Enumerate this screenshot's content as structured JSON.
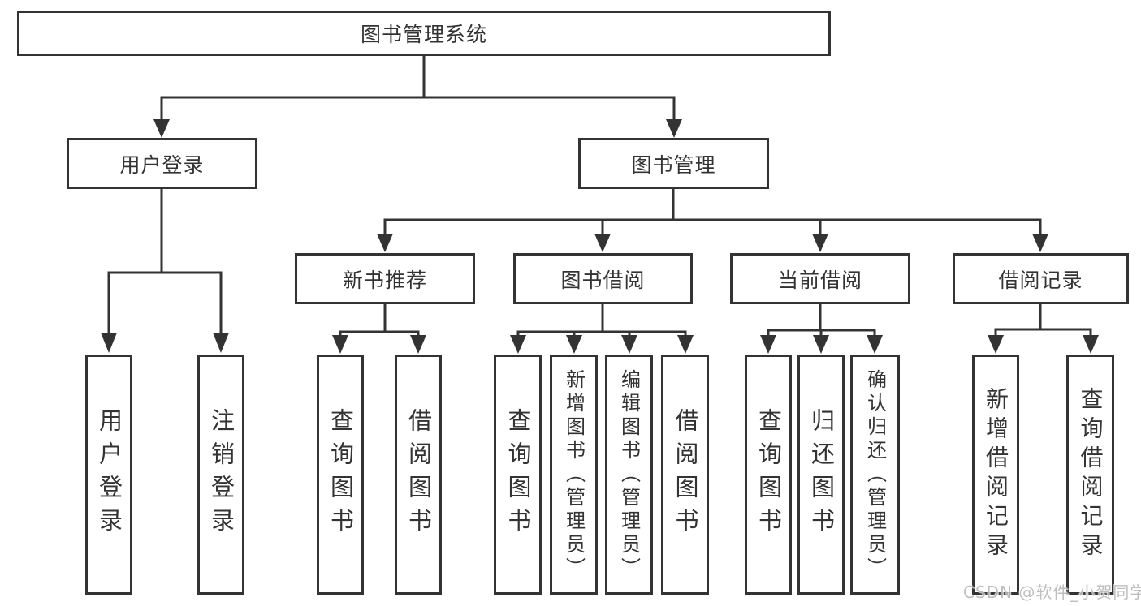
{
  "diagram": {
    "root": "图书管理系统",
    "level2": [
      "用户登录",
      "图书管理"
    ],
    "level3": [
      "新书推荐",
      "图书借阅",
      "当前借阅",
      "借阅记录"
    ],
    "leaves": {
      "login": [
        "用户登录",
        "注销登录"
      ],
      "recommend": [
        "查询图书",
        "借阅图书"
      ],
      "borrow": [
        "查询图书",
        "新增图书（管理员）",
        "编辑图书（管理员）",
        "借阅图书"
      ],
      "current": [
        "查询图书",
        "归还图书",
        "确认归还（管理员）"
      ],
      "records": [
        "新增借阅记录",
        "查询借阅记录"
      ]
    },
    "watermark": "CSDN @软件_小贺同学",
    "colors": {
      "line": "#333333",
      "text": "#333333",
      "watermark": "#b7b7b7",
      "background": "#ffffff"
    }
  }
}
